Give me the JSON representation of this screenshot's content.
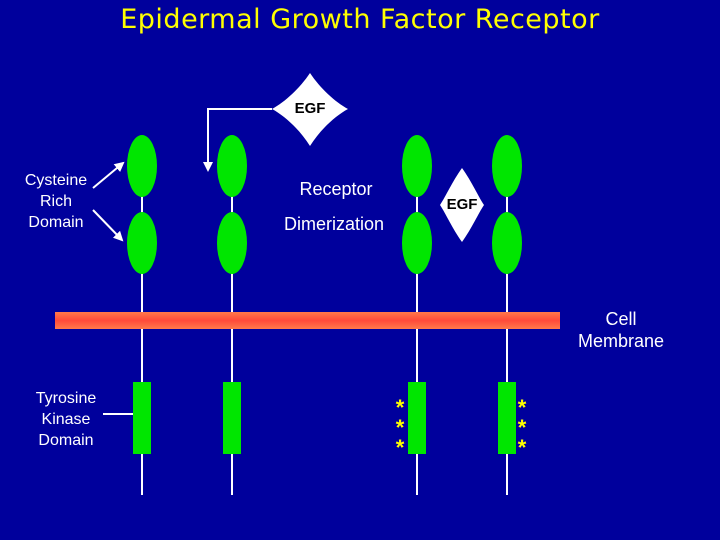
{
  "title": "Epidermal Growth Factor Receptor",
  "labels": {
    "egf_top": "EGF",
    "egf_right": "EGF",
    "cysteine": [
      "Cysteine",
      "Rich",
      "Domain"
    ],
    "receptor": "Receptor",
    "dimerization": "Dimerization",
    "cell_membrane": [
      "Cell",
      "Membrane"
    ],
    "tyrosine": [
      "Tyrosine",
      "Kinase",
      "Domain"
    ],
    "phospho_mark": "*"
  },
  "colors": {
    "background": "#00009c",
    "title": "#ffff00",
    "domain_green": "#00e600",
    "membrane": "#ff5a3c",
    "ligand_fill": "#ffffff",
    "text": "#ffffff",
    "phospho": "#ffff00"
  },
  "receptors": [
    {
      "name": "receptor-1",
      "phosphorylated": false
    },
    {
      "name": "receptor-2",
      "phosphorylated": false
    },
    {
      "name": "receptor-3",
      "phosphorylated": true
    },
    {
      "name": "receptor-4",
      "phosphorylated": true
    }
  ]
}
